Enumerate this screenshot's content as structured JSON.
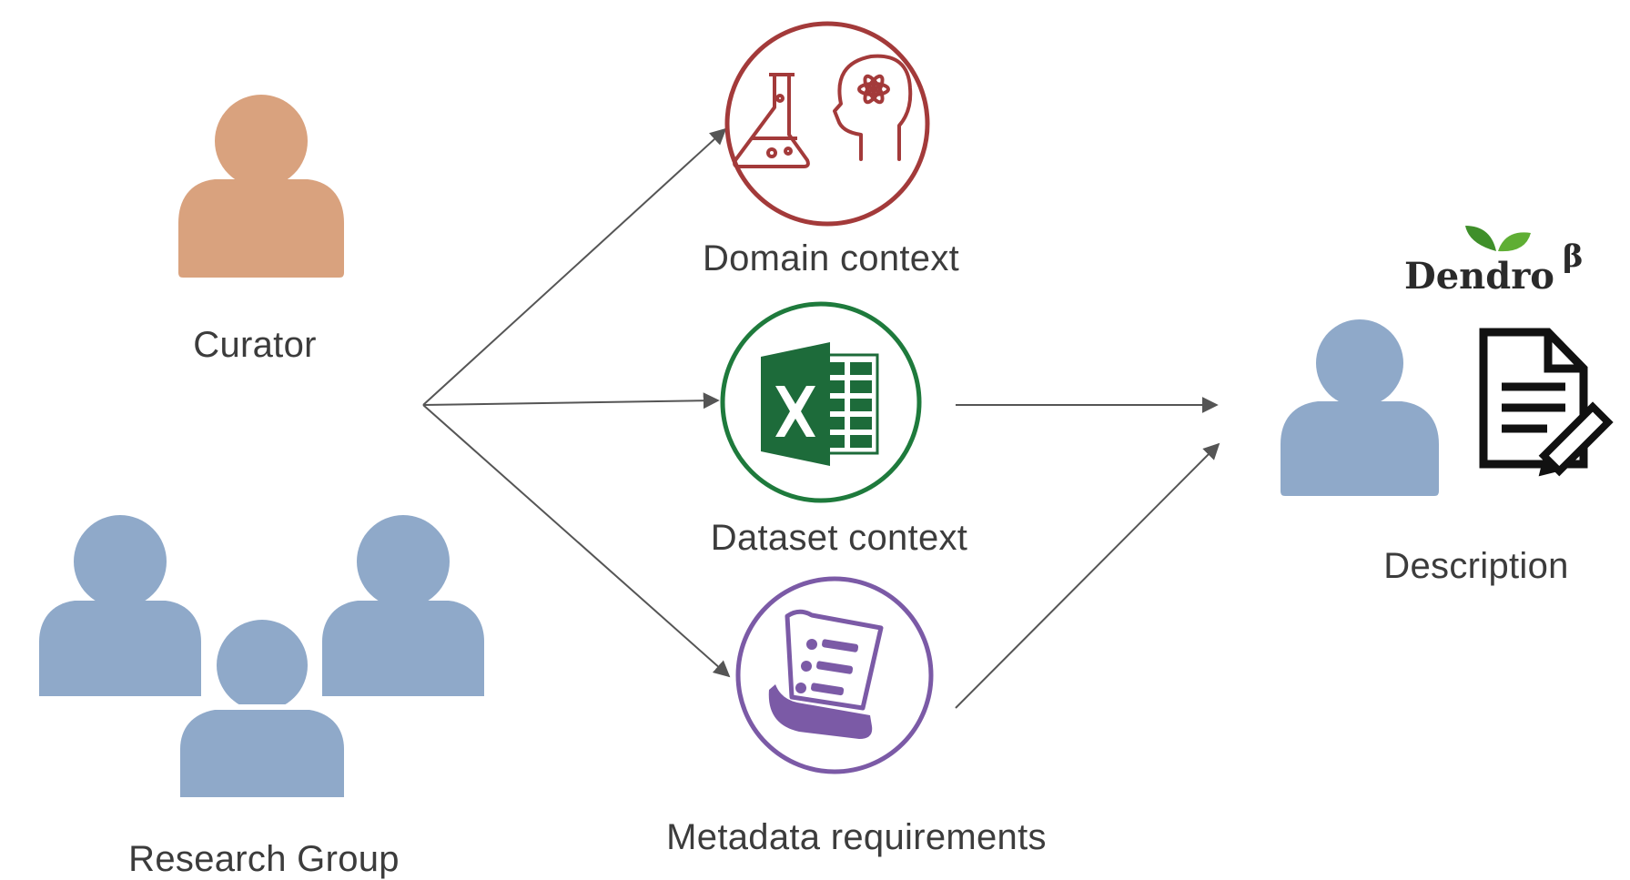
{
  "labels": {
    "curator": "Curator",
    "research_group": "Research Group",
    "domain_context": "Domain context",
    "dataset_context": "Dataset context",
    "metadata_requirements": "Metadata requirements",
    "description": "Description"
  },
  "brand": {
    "name": "Dendro",
    "superscript": "β"
  },
  "icons": {
    "curator": "user-icon",
    "research_group": "users-group-icon",
    "domain": "flask-brain-icon",
    "dataset": "spreadsheet-excel-icon",
    "metadata": "document-list-icon",
    "description_user": "user-icon",
    "description_doc": "document-pen-icon",
    "brand_leaf": "leaf-icon"
  },
  "colors": {
    "curator": "#d9a27e",
    "people": "#8fa9c9",
    "domain_ring": "#a33a3a",
    "dataset_ring": "#1e7a3c",
    "excel_green": "#1d6b3a",
    "metadata_ring": "#7b5aa6",
    "arrow": "#555555",
    "leaf": "#3f8f2a"
  }
}
